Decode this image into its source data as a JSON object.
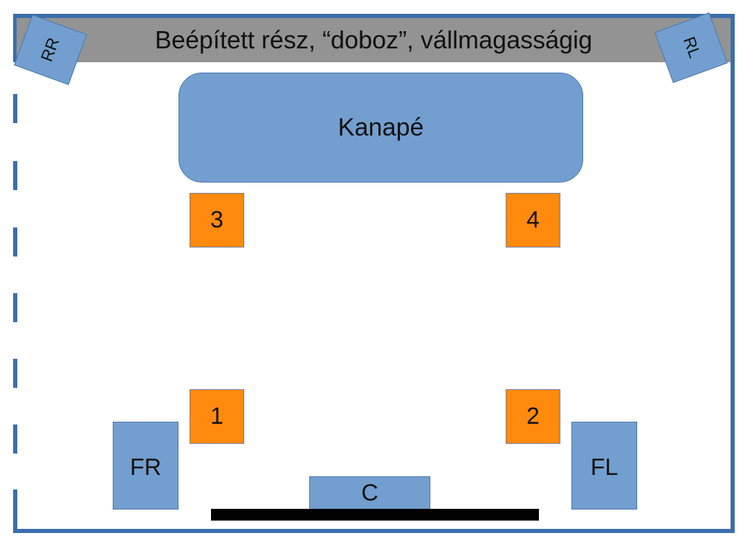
{
  "builtin": {
    "label": "Beépített rész, “doboz”, vállmagasságig"
  },
  "sofa": {
    "label": "Kanapé"
  },
  "speakers": {
    "rr": "RR",
    "rl": "RL",
    "fr": "FR",
    "fl": "FL",
    "c": "C"
  },
  "positions": {
    "p1": "1",
    "p2": "2",
    "p3": "3",
    "p4": "4"
  },
  "colors": {
    "wall": "#3b6eac",
    "speaker": "#729fcf",
    "seat": "#ff8a0d",
    "builtin": "#939393",
    "tv": "#000000"
  }
}
